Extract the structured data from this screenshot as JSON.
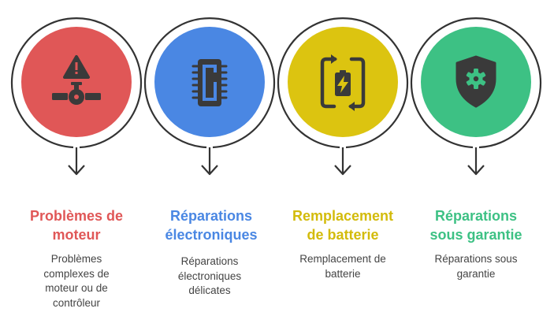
{
  "items": [
    {
      "title_lines": [
        "Problèmes de",
        "moteur"
      ],
      "desc_lines": [
        "Problèmes",
        "complexes de",
        "moteur ou de",
        "contrôleur"
      ],
      "color": "#e05757",
      "icon": "engine-warning-icon"
    },
    {
      "title_lines": [
        "Réparations",
        "électroniques"
      ],
      "desc_lines": [
        "Réparations",
        "électroniques",
        "délicates"
      ],
      "color": "#4a87e3",
      "icon": "microchip-icon"
    },
    {
      "title_lines": [
        "Remplacement",
        "de batterie"
      ],
      "desc_lines": [
        "Remplacement de",
        "batterie"
      ],
      "color": "#dcc410",
      "icon": "battery-swap-icon"
    },
    {
      "title_lines": [
        "Réparations",
        "sous garantie"
      ],
      "desc_lines": [
        "Réparations sous",
        "garantie"
      ],
      "color": "#3dc184",
      "icon": "warranty-shield-icon"
    }
  ],
  "colors": {
    "outline": "#333333",
    "icon_fill": "#3a3a3a",
    "title_stage3": "#d3bb0b"
  }
}
